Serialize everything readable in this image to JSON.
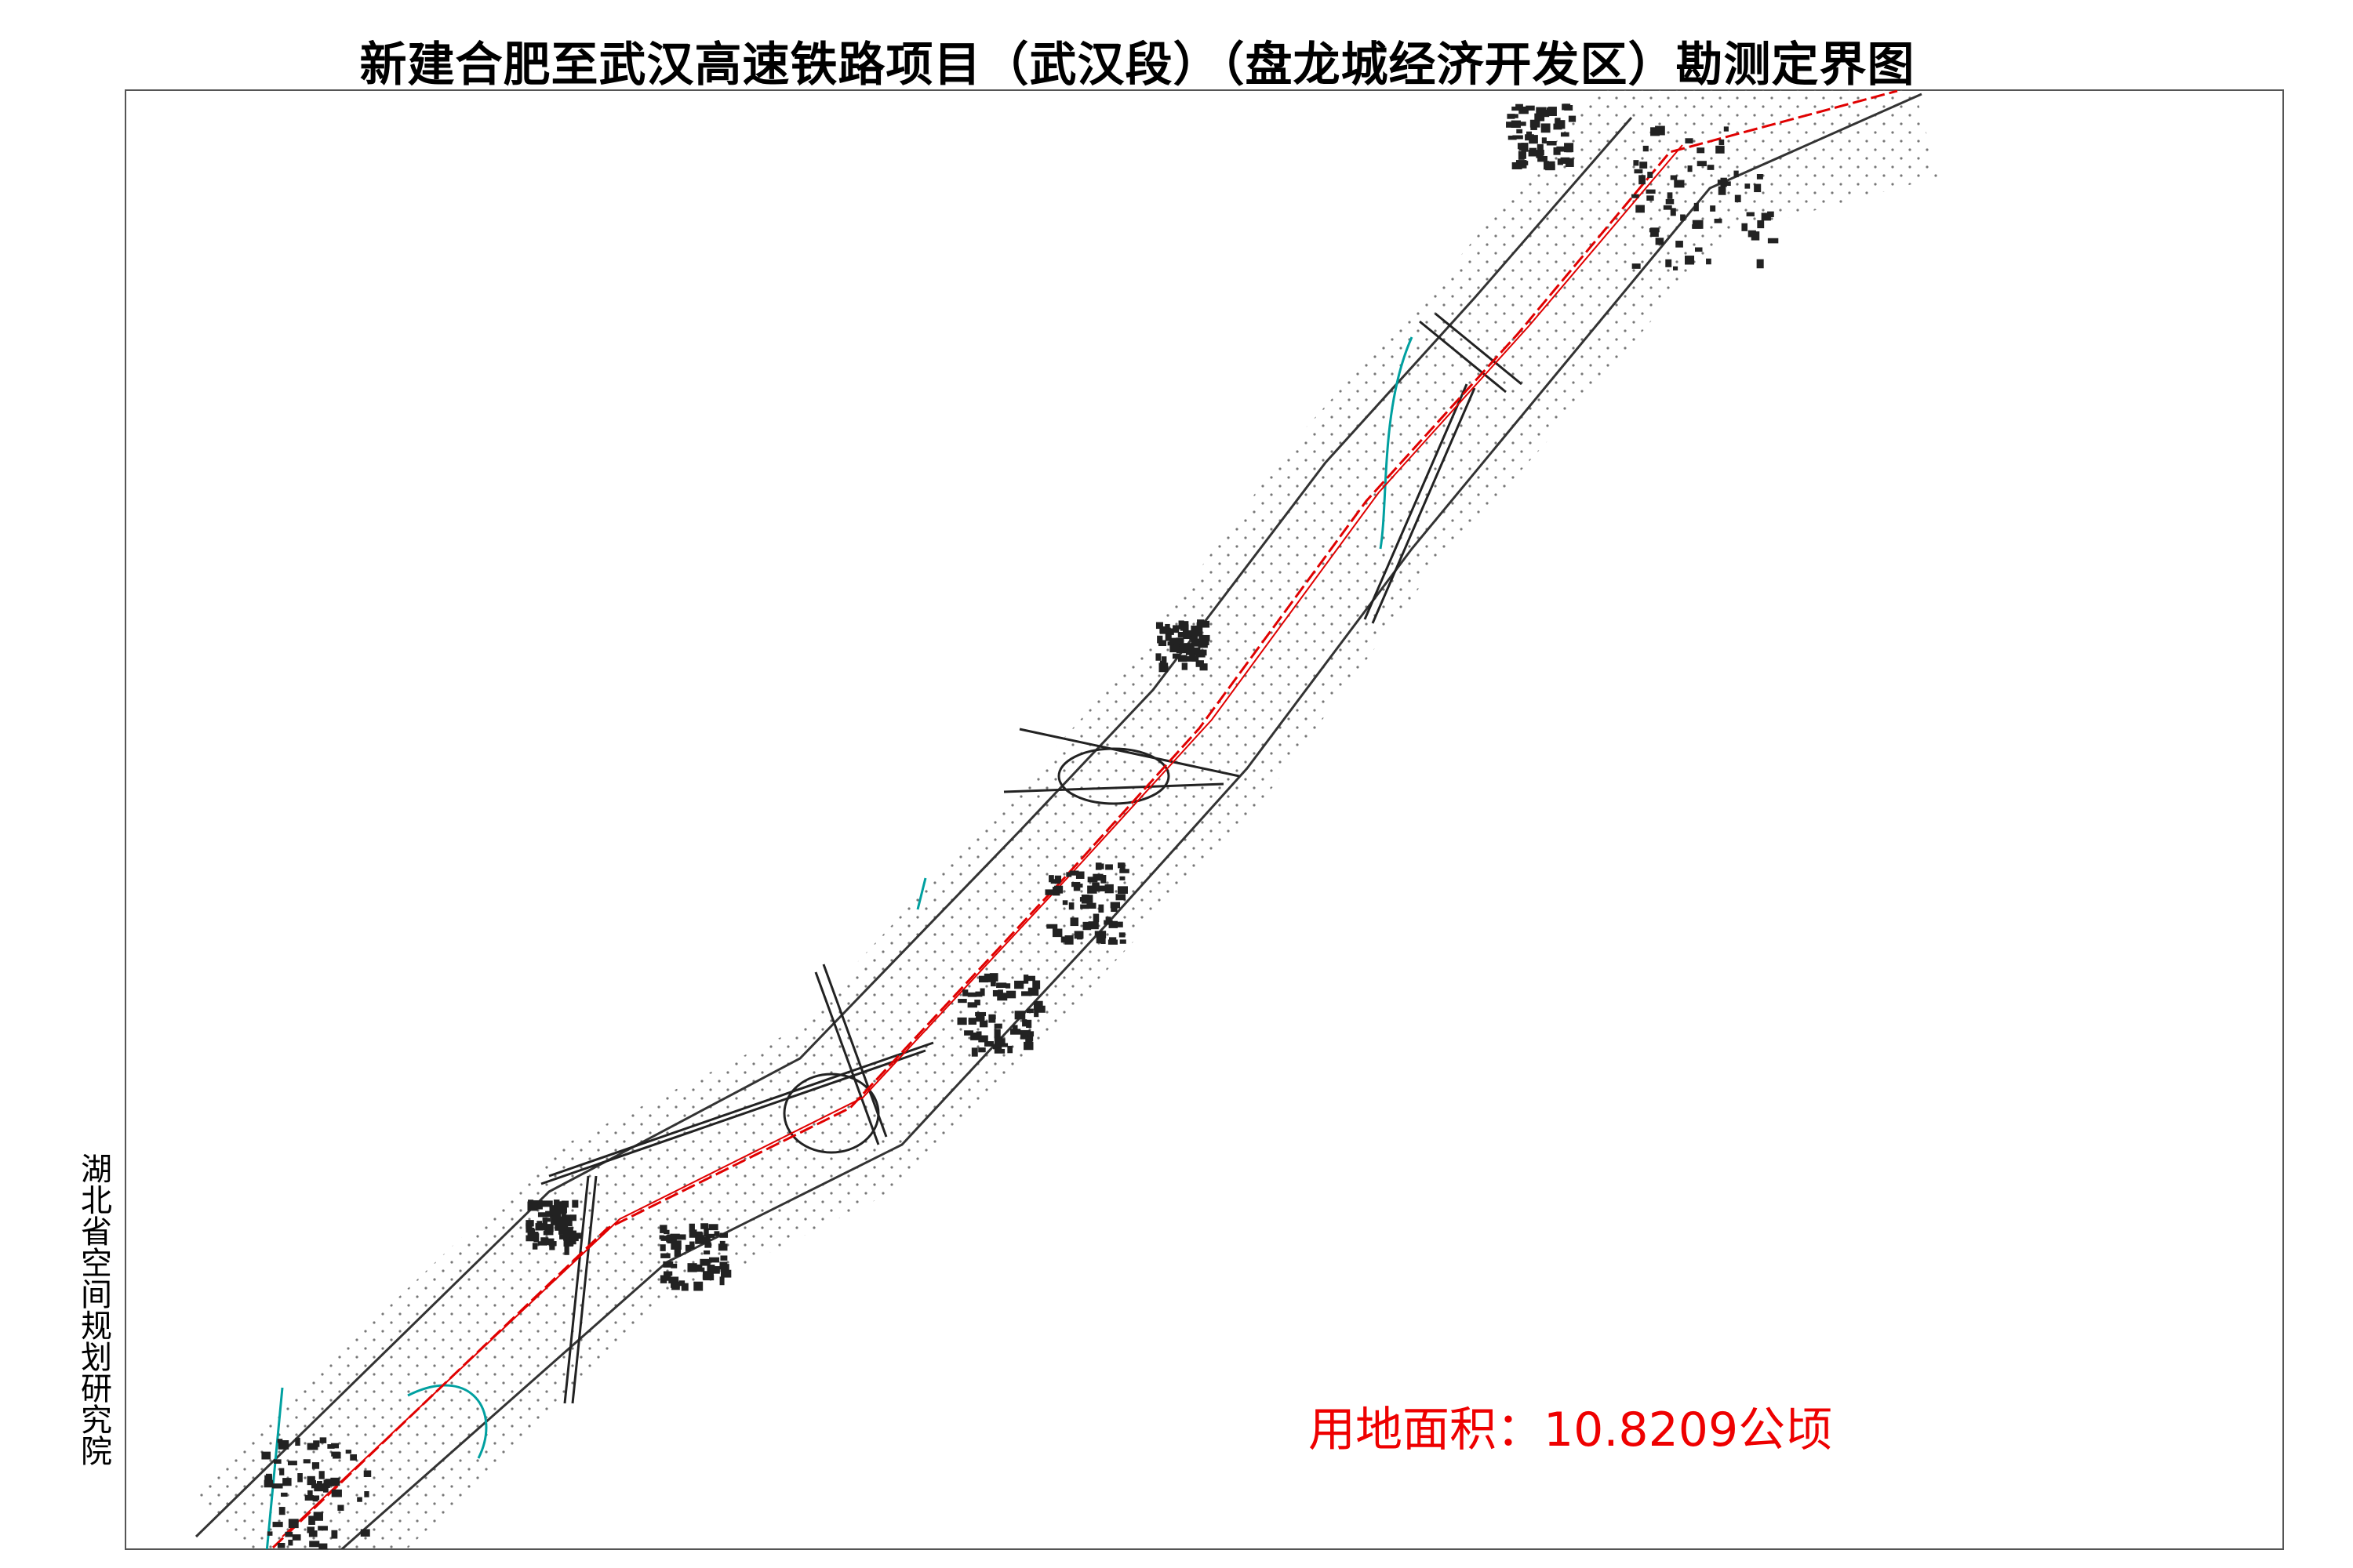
{
  "title": "新建合肥至武汉高速铁路项目（武汉段）（盘龙城经济开发区）勘测定界图",
  "institute": "湖北省空间规划研究院",
  "area_label": "用地面积：10.8209公顷",
  "colors": {
    "boundary": "#e00000",
    "water": "#00a0a0",
    "linework": "#000000"
  }
}
